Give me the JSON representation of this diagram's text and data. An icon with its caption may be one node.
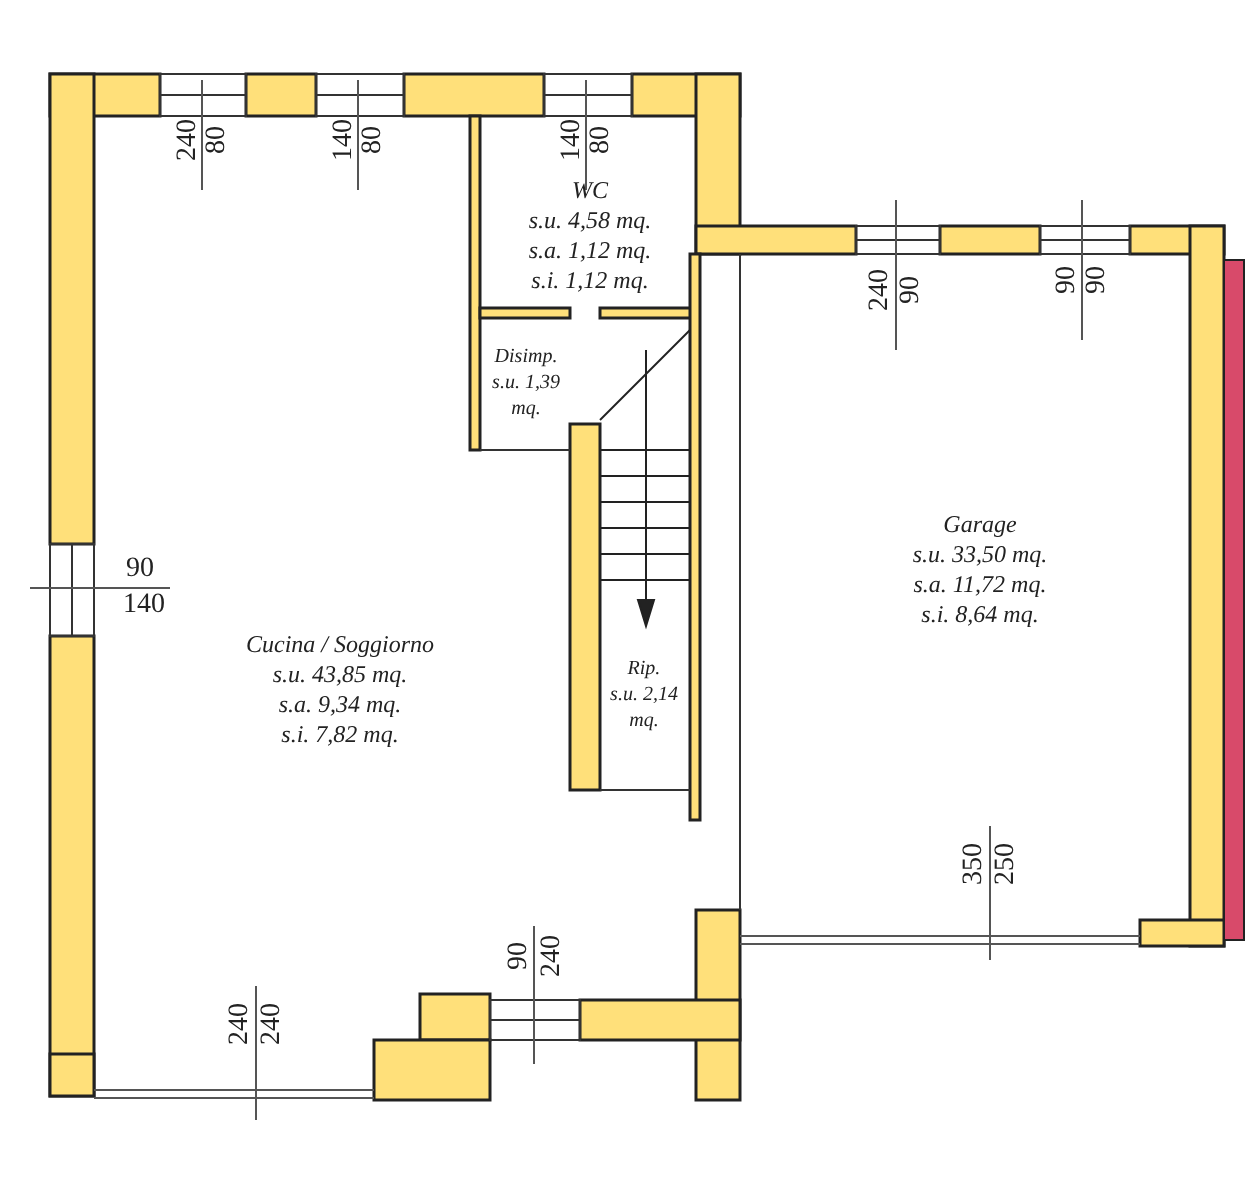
{
  "diagram": {
    "nodes": [
      {
        "text": [
          "WC",
          "s.u. 4,58 mq.",
          "s.a. 1,12 mq.",
          "s.i. 1,12 mq."
        ]
      },
      {
        "text": [
          "Disimp.",
          "s.u. 1,39 mq."
        ]
      },
      {
        "text": [
          "Garage",
          "s.u. 33,50 mq.",
          "s.a. 11,72 mq.",
          "s.i. 8,64 mq."
        ]
      },
      {
        "text": [
          "Cucina / Soggiorno",
          "s.u. 43,85 mq.",
          "s.a. 9,34 mq.",
          "s.i. 7,82 mq."
        ]
      },
      {
        "text": [
          "Rip.",
          "s.u. 2,14 mq."
        ]
      }
    ],
    "edges": [],
    "labels": [
      "240",
      "80",
      "140",
      "80",
      "140",
      "80",
      "240",
      "90",
      "90",
      "90",
      "90",
      "140",
      "90",
      "240",
      "240",
      "240",
      "350",
      "250"
    ]
  }
}
